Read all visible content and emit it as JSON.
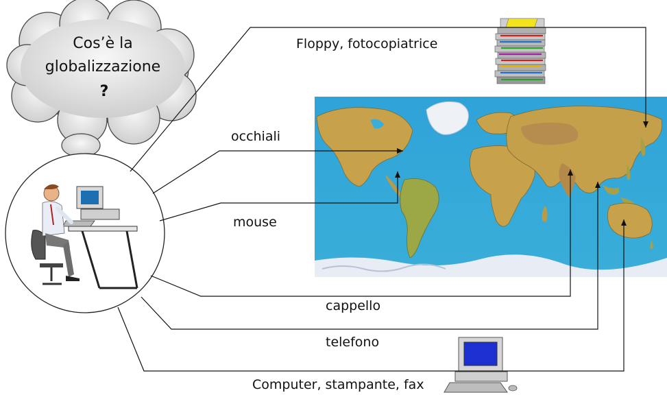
{
  "thought_bubble": {
    "line1": "Cos’è la",
    "line2": "globalizzazione",
    "line3": "?"
  },
  "labels": {
    "floppy": "Floppy, fotocopiatrice",
    "occhiali": "occhiali",
    "mouse": "mouse",
    "cappello": "cappello",
    "telefono": "telefono",
    "computer": "Computer, stampante, fax"
  },
  "colors": {
    "ocean": "#3aa8d8",
    "land": "#c8a24a",
    "ice": "#e8ecf4",
    "monitor_screen": "#1c2fd0"
  }
}
